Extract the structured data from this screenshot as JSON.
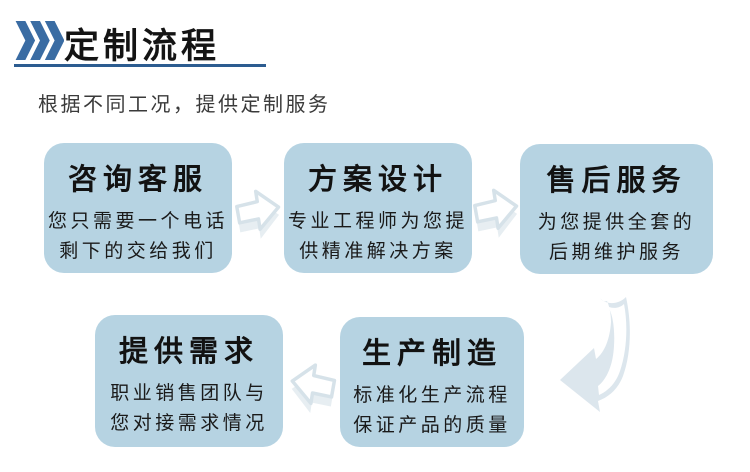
{
  "header": {
    "title": "定制流程",
    "subtitle": "根据不同工况，提供定制服务"
  },
  "steps": [
    {
      "title": "咨询客服",
      "line1": "您只需要一个电话",
      "line2": "剩下的交给我们"
    },
    {
      "title": "方案设计",
      "line1": "专业工程师为您提",
      "line2": "供精准解决方案"
    },
    {
      "title": "售后服务",
      "line1": "为您提供全套的",
      "line2": "后期维护服务"
    },
    {
      "title": "提供需求",
      "line1": "职业销售团队与",
      "line2": "您对接需求情况"
    },
    {
      "title": "生产制造",
      "line1": "标准化生产流程",
      "line2": "保证产品的质量"
    }
  ],
  "icons": {
    "header_chevrons": "triple-chevron-right",
    "flow_forward": "arrow-right",
    "flow_backward": "arrow-left",
    "flow_turn": "arrow-bend-down-left"
  },
  "colors": {
    "chevron_blue": "#3a6ca3",
    "underline_blue": "#2c5c90",
    "box_fill": "#b6d3e2",
    "arrow_outline": "#d6e2e9",
    "title_text": "#141414",
    "subtitle_text": "#3a3a3a"
  }
}
